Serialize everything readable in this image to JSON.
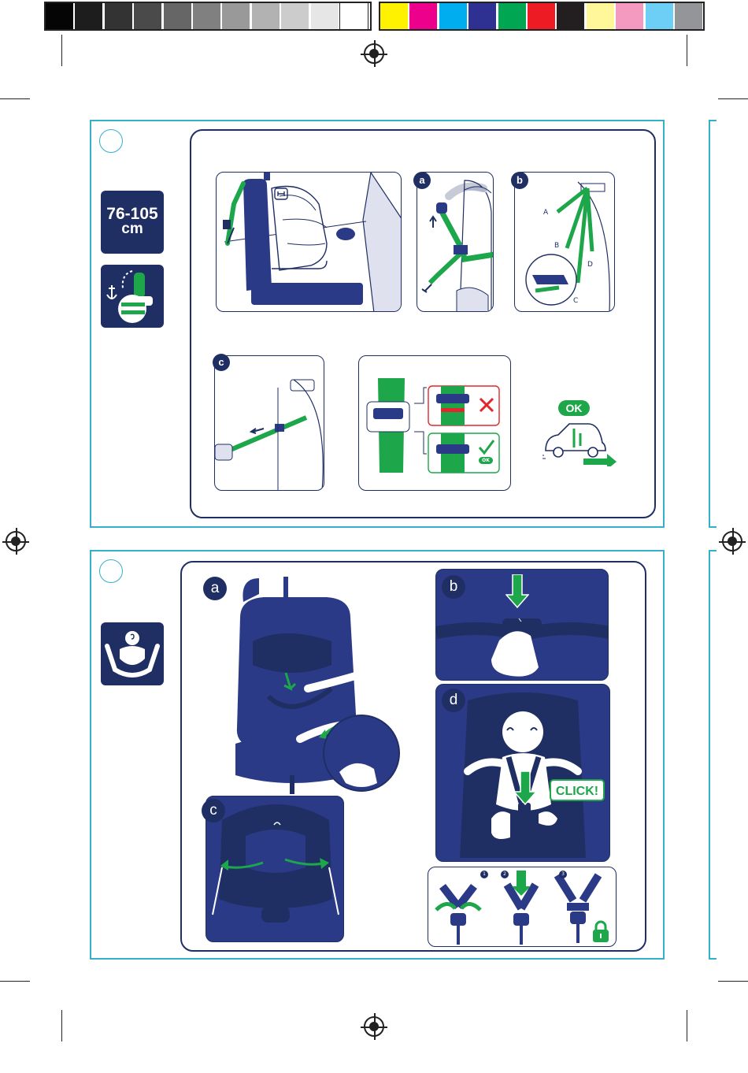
{
  "colors": {
    "navy": "#1f2e63",
    "seat_blue": "#2a3a86",
    "green": "#1da64a",
    "cyan_frame": "#35b0c9",
    "red": "#e2262c"
  },
  "color_bar": {
    "grays": [
      "#050505",
      "#1d1d1d",
      "#333333",
      "#4a4a4a",
      "#666666",
      "#808080",
      "#999999",
      "#b2b2b2",
      "#cccccc",
      "#e6e6e6",
      "#ffffff"
    ],
    "process": [
      "#fff200",
      "#ec008c",
      "#00aeef",
      "#2e3192",
      "#00a651",
      "#ed1c24",
      "#231f20",
      "#fff799",
      "#f49ac1",
      "#6dcff6",
      "#939598"
    ]
  },
  "section1": {
    "height_badge_line1": "76-105",
    "height_badge_line2": "cm",
    "height_icon": "ruler-height-icon",
    "install_icon": "isofix-anchor-belt-icon",
    "steps": {
      "a": "a",
      "b": "b",
      "c": "c"
    },
    "belt_routing_points": [
      "A",
      "B",
      "C",
      "D"
    ],
    "ok_label": "OK",
    "ok_small_label": "OK",
    "wrong_icon": "cross-icon",
    "right_icon": "check-icon",
    "car_icon": "car-driving-icon"
  },
  "section2": {
    "child_icon": "child-harness-icon",
    "steps": {
      "a": "a",
      "b": "b",
      "c": "c",
      "d": "d"
    },
    "click_label": "CLICK!",
    "buckle_steps": [
      "1",
      "2",
      "3"
    ],
    "lock_icon": "padlock-icon"
  }
}
